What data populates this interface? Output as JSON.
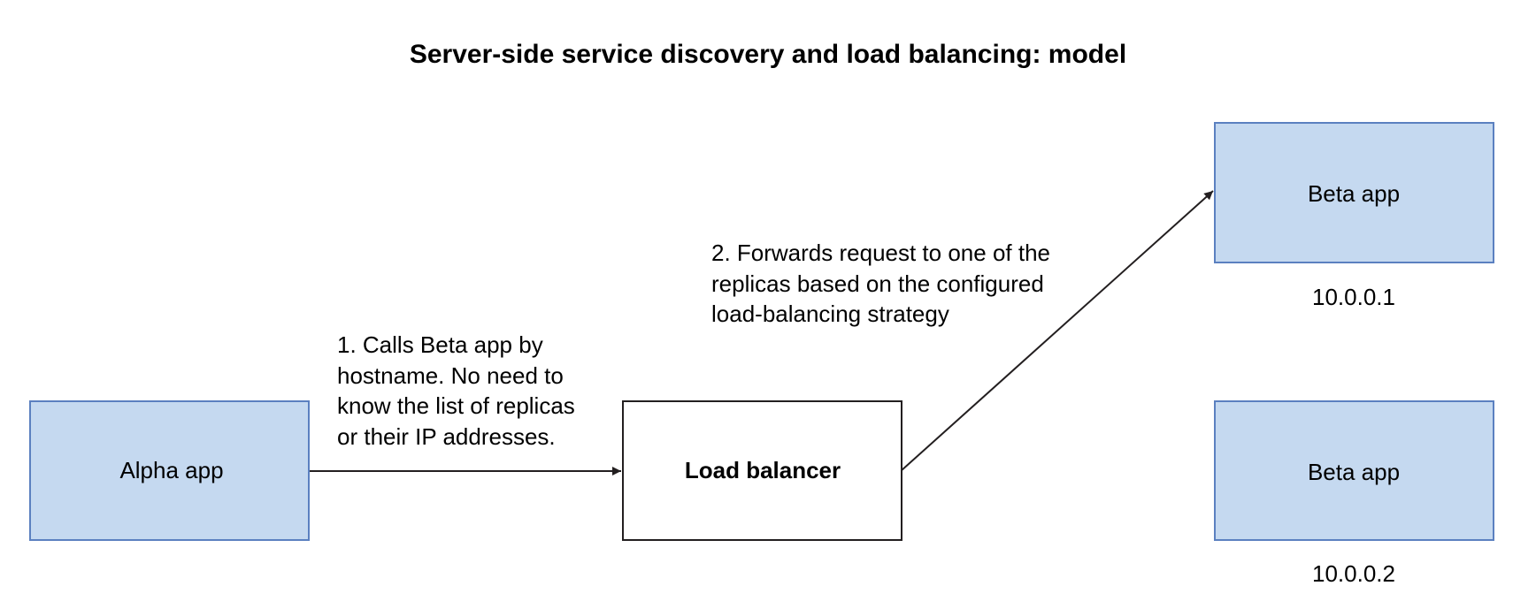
{
  "title": "Server-side service discovery and load balancing: model",
  "colors": {
    "app_fill": "#c5d9f0",
    "app_stroke": "#5b80c0",
    "lb_fill": "#ffffff",
    "lb_stroke": "#231f20",
    "arrow": "#231f20",
    "text": "#231f20"
  },
  "nodes": {
    "alpha": {
      "label": "Alpha app"
    },
    "load_balancer": {
      "label": "Load balancer"
    },
    "beta1": {
      "label": "Beta app",
      "ip": "10.0.0.1"
    },
    "beta2": {
      "label": "Beta app",
      "ip": "10.0.0.2"
    }
  },
  "edges": {
    "call": {
      "from": "Alpha app",
      "to": "Load balancer",
      "lines": [
        "1. Calls Beta app by",
        "hostname. No need to",
        "know the list of replicas",
        "or their IP addresses."
      ]
    },
    "forward": {
      "from": "Load balancer",
      "to": "Beta app",
      "lines": [
        "2. Forwards request to one of the",
        "replicas based on the configured",
        "load-balancing strategy"
      ]
    }
  }
}
